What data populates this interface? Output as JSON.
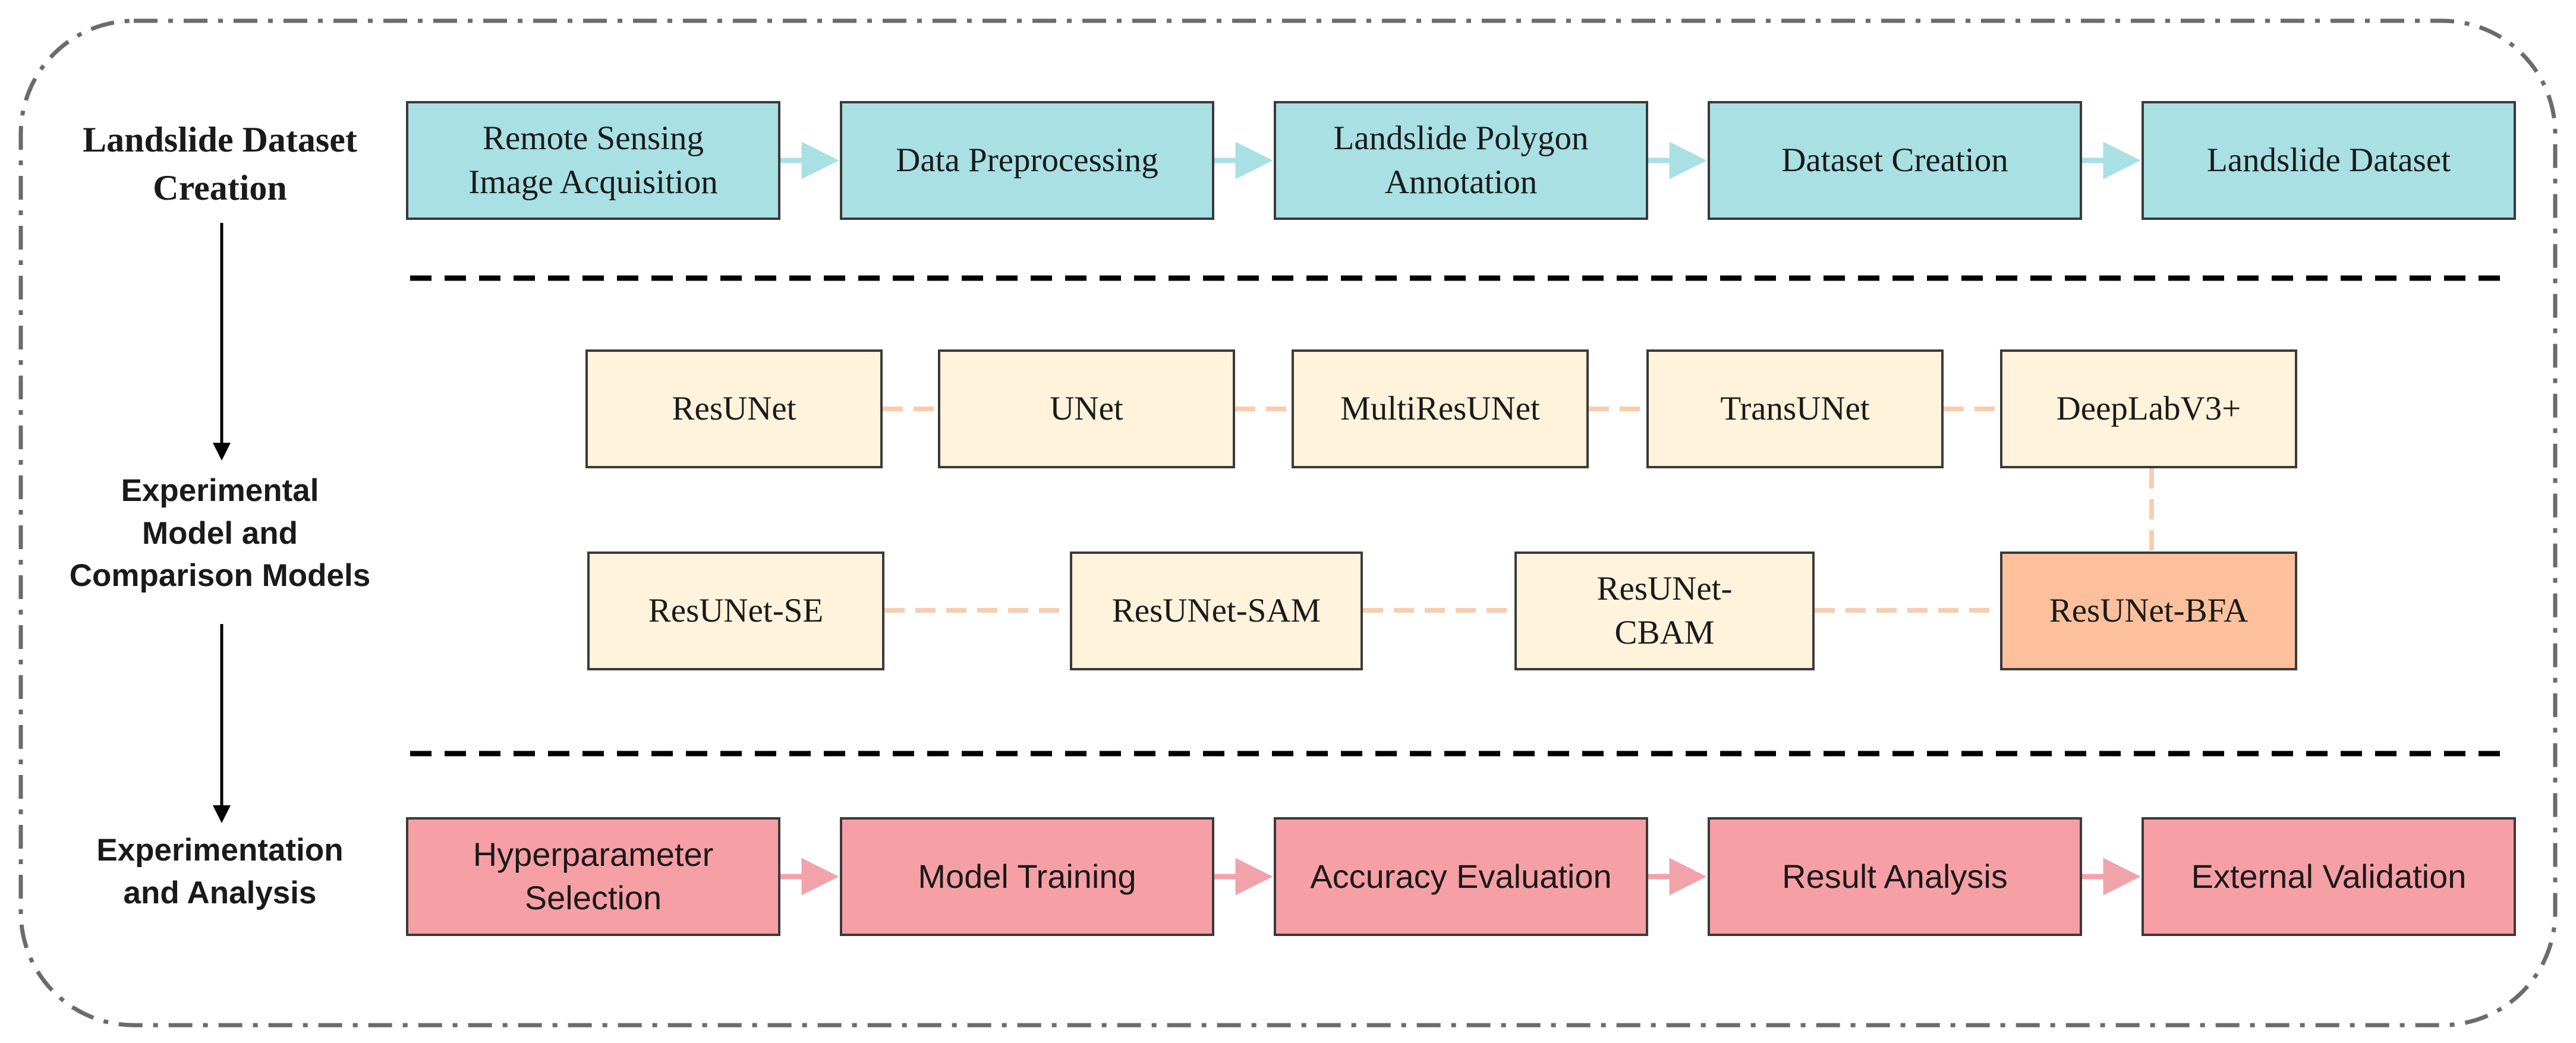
{
  "stages": {
    "dataset": "Landslide Dataset\nCreation",
    "models": "Experimental\nModel and\nComparison Models",
    "experiment": "Experimentation\nand Analysis"
  },
  "dataset_steps": [
    "Remote Sensing\nImage Acquisition",
    "Data Preprocessing",
    "Landslide Polygon\nAnnotation",
    "Dataset Creation",
    "Landslide Dataset"
  ],
  "models_row1": [
    "ResUNet",
    "UNet",
    "MultiResUNet",
    "TransUNet",
    "DeepLabV3+"
  ],
  "models_row2": [
    "ResUNet-SE",
    "ResUNet-SAM",
    "ResUNet-\nCBAM",
    "ResUNet-BFA"
  ],
  "experiment_steps": [
    "Hyperparameter\nSelection",
    "Model Training",
    "Accuracy Evaluation",
    "Result Analysis",
    "External Validation"
  ],
  "colors": {
    "dataset_fill": "#a8e0e4",
    "model_fill": "#fff3dc",
    "highlight_fill": "#fcc19c",
    "experiment_fill": "#f6a0a6",
    "dataset_arrow": "#a8e0e4",
    "model_connector": "#f7cdb0",
    "experiment_arrow": "#f2a3aa"
  }
}
